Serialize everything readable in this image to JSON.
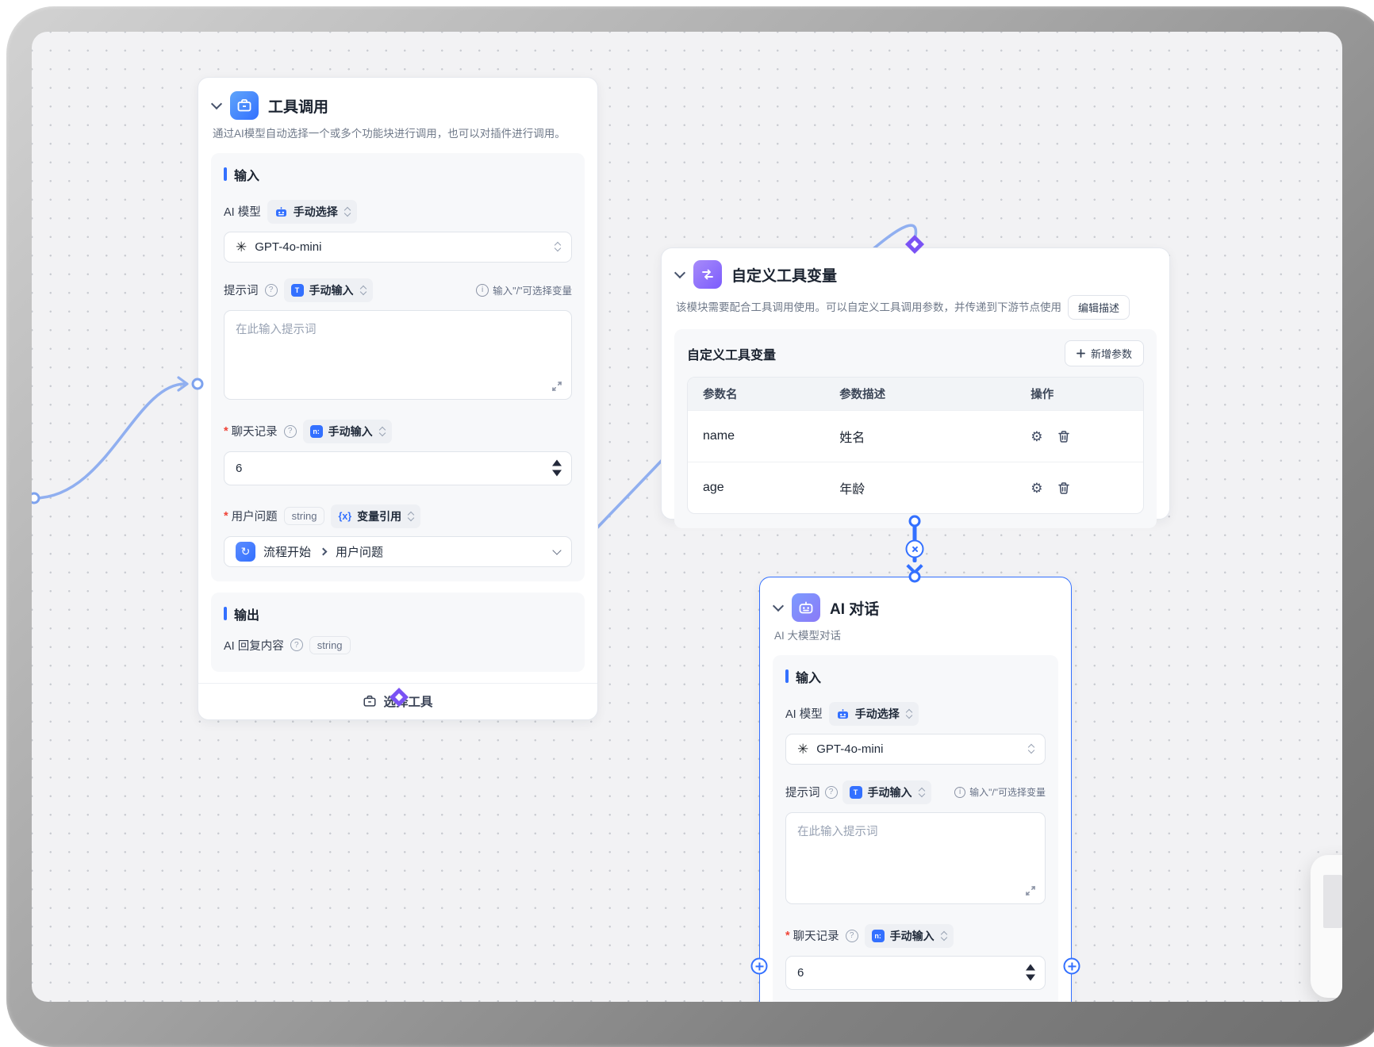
{
  "ui": {
    "required": "*",
    "help_glyph": "?",
    "info_glyph": "i",
    "openai_glyph": "✳",
    "flow_glyph": "↻",
    "gear_glyph": "⚙",
    "text_mode_glyph": "T",
    "num_mode_glyph": "n:",
    "var_ref_glyph": "{x}",
    "accent_color": "#3370ff",
    "edge_color": "#90aff0",
    "diamond_color": "#7a52f4"
  },
  "nodes": {
    "tool_call": {
      "title": "工具调用",
      "description": "通过AI模型自动选择一个或多个功能块进行调用，也可以对插件进行调用。",
      "input_section": {
        "title": "输入",
        "model_label": "AI 模型",
        "model_mode": "手动选择",
        "model_value": "GPT-4o-mini",
        "prompt_label": "提示词",
        "prompt_mode": "手动输入",
        "prompt_hint": "输入\"/\"可选择变量",
        "prompt_placeholder": "在此输入提示词",
        "history_label": "聊天记录",
        "history_mode": "手动输入",
        "history_value": "6",
        "question_label": "用户问题",
        "question_type": "string",
        "question_mode": "变量引用",
        "question_ref_source": "流程开始",
        "question_ref_field": "用户问题"
      },
      "output_section": {
        "title": "输出",
        "reply_label": "AI 回复内容",
        "reply_type": "string"
      },
      "footer": {
        "select_tool_label": "选择工具"
      }
    },
    "custom_vars": {
      "title": "自定义工具变量",
      "description": "该模块需要配合工具调用使用。可以自定义工具调用参数，并传递到下游节点使用",
      "edit_description_label": "编辑描述",
      "panel_title": "自定义工具变量",
      "add_param_label": "新增参数",
      "table": {
        "headers": [
          "参数名",
          "参数描述",
          "操作"
        ],
        "rows": [
          {
            "name": "name",
            "description": "姓名"
          },
          {
            "name": "age",
            "description": "年龄"
          }
        ]
      }
    },
    "ai_chat": {
      "title": "AI 对话",
      "subtitle": "AI 大模型对话",
      "input_section": {
        "title": "输入",
        "model_label": "AI 模型",
        "model_mode": "手动选择",
        "model_value": "GPT-4o-mini",
        "prompt_label": "提示词",
        "prompt_mode": "手动输入",
        "prompt_hint": "输入\"/\"可选择变量",
        "prompt_placeholder": "在此输入提示词",
        "history_label": "聊天记录",
        "history_mode": "手动输入",
        "history_value": "6"
      }
    }
  }
}
